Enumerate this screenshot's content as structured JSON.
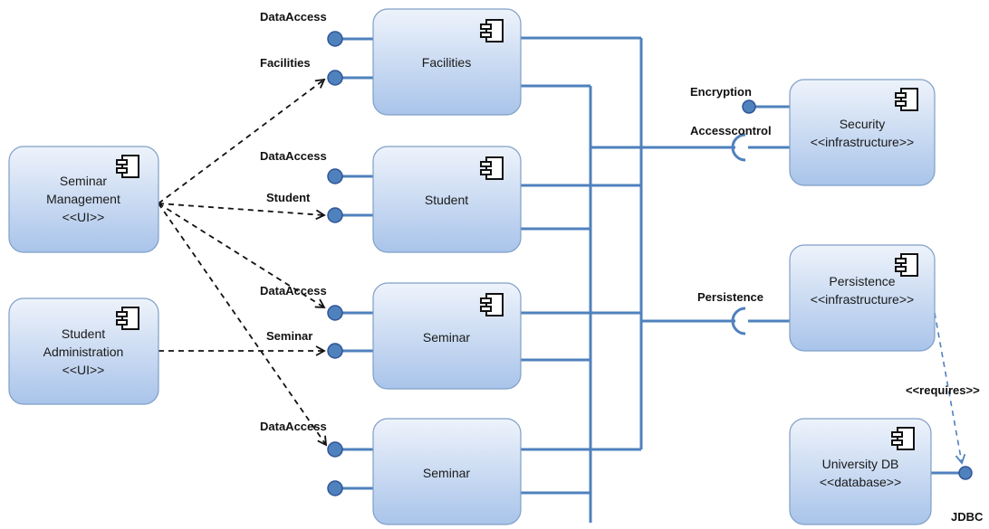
{
  "components": [
    {
      "id": "facilities",
      "lines": [
        "Facilities"
      ]
    },
    {
      "id": "student",
      "lines": [
        "Student"
      ]
    },
    {
      "id": "seminar-1",
      "lines": [
        "Seminar"
      ]
    },
    {
      "id": "seminar-2",
      "lines": [
        "Seminar"
      ]
    },
    {
      "id": "seminar-management",
      "lines": [
        "Seminar",
        "Management",
        "<<UI>>"
      ]
    },
    {
      "id": "student-administration",
      "lines": [
        "Student",
        "Administration",
        "<<UI>>"
      ]
    },
    {
      "id": "security",
      "lines": [
        "Security",
        "<<infrastructure>>"
      ]
    },
    {
      "id": "persistence",
      "lines": [
        "Persistence",
        "<<infrastructure>>"
      ]
    },
    {
      "id": "university-db",
      "lines": [
        "University DB",
        "<<database>>"
      ]
    }
  ],
  "port_labels": {
    "facilities_dataaccess": "DataAccess",
    "facilities_facilities": "Facilities",
    "student_dataaccess": "DataAccess",
    "student_student": "Student",
    "seminar1_dataaccess": "DataAccess",
    "seminar1_seminar": "Seminar",
    "seminar2_dataaccess": "DataAccess",
    "encryption": "Encryption",
    "accesscontrol": "Accesscontrol",
    "persistence": "Persistence",
    "jdbc": "JDBC"
  },
  "requires_label": "<<requires>>",
  "colors": {
    "wire": "#4f81bd",
    "component_top": "#eef3fb",
    "component_bottom": "#a9c4ea"
  }
}
